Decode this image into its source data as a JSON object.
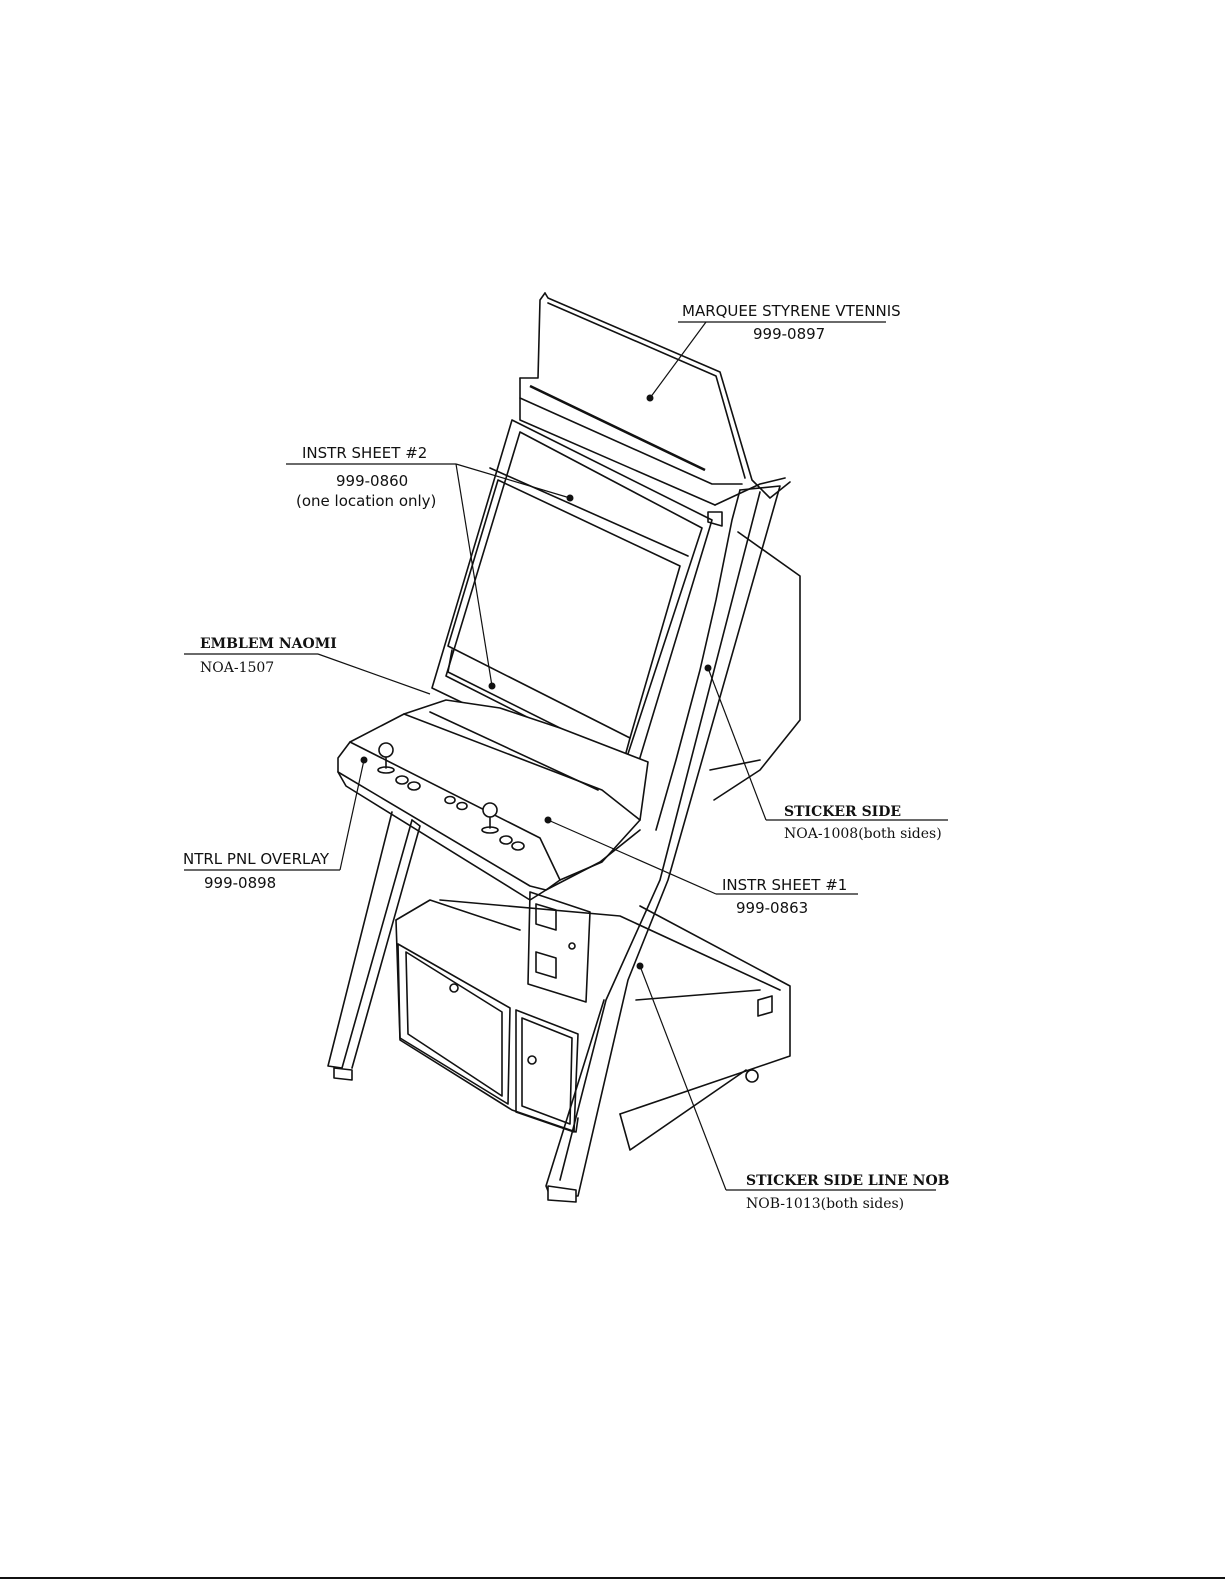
{
  "labels": {
    "marquee_name": "MARQUEE STYRENE VTENNIS",
    "marquee_part": "999-0897",
    "instr2_name": "INSTR SHEET #2",
    "instr2_part": "999-0860",
    "instr2_note": "(one location only)",
    "emblem_name": "EMBLEM NAOMI",
    "emblem_part": "NOA-1507",
    "overlay_name": "NTRL PNL OVERLAY",
    "overlay_part": "999-0898",
    "sticker_side_name": "STICKER SIDE",
    "sticker_side_part": "NOA-1008(both sides)",
    "instr1_name": "INSTR SHEET #1",
    "instr1_part": "999-0863",
    "sticker_line_name": "STICKER SIDE LINE NOB",
    "sticker_line_part": "NOB-1013(both sides)"
  },
  "icons": {
    "cabinet": "arcade-cabinet-drawing"
  }
}
